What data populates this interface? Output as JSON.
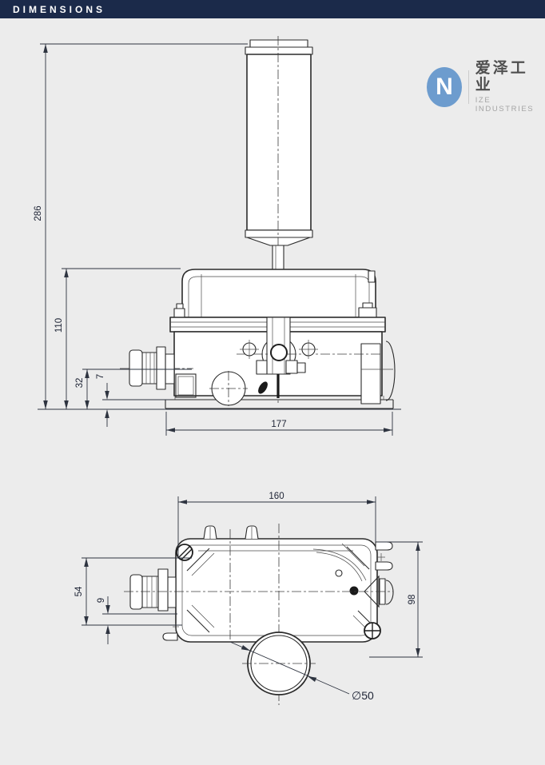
{
  "header": {
    "title": "DIMENSIONS"
  },
  "logo": {
    "symbol": "N",
    "name_cn": "爱泽工业",
    "name_en": "IZE INDUSTRIES",
    "circle_color": "#6d9cce"
  },
  "colors": {
    "header_bar": "#1b2a4a",
    "page_background": "#ececec",
    "line_work": "#2b2b2b",
    "dimension_text": "#202637"
  },
  "dims": {
    "front": {
      "total_height": "286",
      "body_height": "110",
      "entry_height": "32",
      "foot_height": "7",
      "width": "177"
    },
    "top": {
      "body_width": "160",
      "entry_offset": "54",
      "flange_offset": "9",
      "depth": "98",
      "lever_dia": "∅50"
    }
  }
}
